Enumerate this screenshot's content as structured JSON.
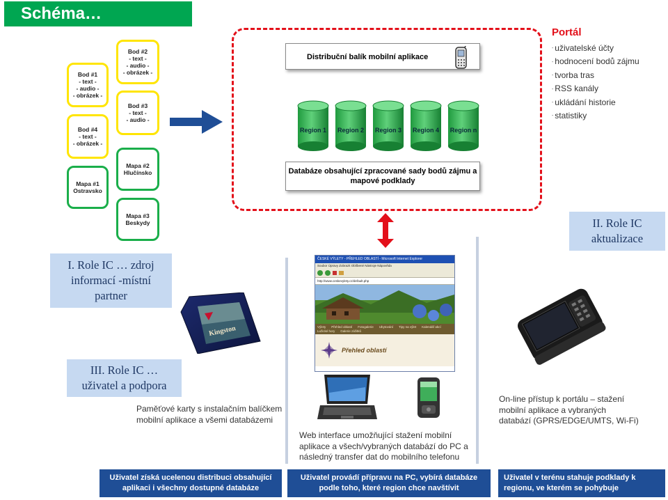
{
  "title": "Schéma…",
  "nodes": {
    "bod1": "Bod #1\n- text -\n- audio -\n- obrázek -",
    "bod2": "Bod #2\n- text -\n- audio -\n- obrázek -",
    "bod3": "Bod #3\n- text -\n- audio -",
    "bod4": "Bod #4\n- text -\n- obrázek -",
    "mapa1": "Mapa #1\nOstravsko",
    "mapa2": "Mapa #2\nHlučínsko",
    "mapa3": "Mapa #3\nBeskydy"
  },
  "package_label": "Distribuční balík mobilní aplikace",
  "regions": [
    "Region 1",
    "Region 2",
    "Region 3",
    "Region 4",
    "Region n"
  ],
  "db_caption_line1": "Databáze obsahující zpracované sady bodů zájmu a",
  "db_caption_line2": "mapové podklady",
  "portal": {
    "title": "Portál",
    "items": [
      "uživatelské účty",
      "hodnocení bodů zájmu",
      "tvorba tras",
      "RSS kanály",
      "ukládání historie",
      "statistiky"
    ]
  },
  "roles": {
    "role1_line1": "I. Role IC … zdroj",
    "role1_line2": "informací -místní",
    "role1_line3": "partner",
    "role2_line1": "II. Role IC",
    "role2_line2": "aktualizace",
    "role3_line1": "III. Role IC …",
    "role3_line2": "uživatel a podpora"
  },
  "browser": {
    "window_title": "ČESKÉ VÝLETY - PŘEHLED OBLASTÍ - Microsoft Internet Explorer",
    "menu": "Soubor  Úpravy  Zobrazit  Oblíbené  Nástroje  Nápověda",
    "address": "http://www.ceskevylety.cz/default.php",
    "nav": [
      "Výlety",
      "Přehled oblastí",
      "Fotogalerie",
      "Ubytování",
      "Tipy na výlet",
      "Kalendář akcí",
      "Lužické hory",
      "Galerie zážitků"
    ],
    "page_heading": "Přehled oblastí"
  },
  "descriptions": {
    "memory_cards": [
      "Paměťové karty s instalačním balíčkem",
      "mobilní aplikace a všemi databázemi"
    ],
    "web_interface": [
      "Web interface umožňující stažení mobilní",
      "aplikace a všech/vybraných databází do PC a",
      "následný transfer dat do mobilního telefonu"
    ],
    "online": [
      "On-line přístup k portálu – stažení",
      "mobilní aplikace a vybraných",
      "databází (GPRS/EDGE/UMTS, Wi-Fi)"
    ]
  },
  "bars": {
    "bar1": [
      "Uživatel získá ucelenou distribuci obsahující",
      "aplikaci i všechny dostupné databáze"
    ],
    "bar2": [
      "Uživatel provádí přípravu na PC, vybírá databáze",
      "podle toho, které region chce navštívit"
    ],
    "bar3": [
      "Uživatel v terénu stahuje podklady k",
      "regionu, ve kterém se pohybuje"
    ]
  },
  "sd_card_label": "Kingston",
  "colors": {
    "title_green": "#00a651",
    "node_yellow": "#ffe500",
    "node_green": "#1aae4a",
    "dashed_red": "#e3101a",
    "db_green": "#2db24a",
    "role_fill": "#c6d9f1",
    "bar_blue": "#1f4e96",
    "arrow_blue": "#1f4e96"
  }
}
